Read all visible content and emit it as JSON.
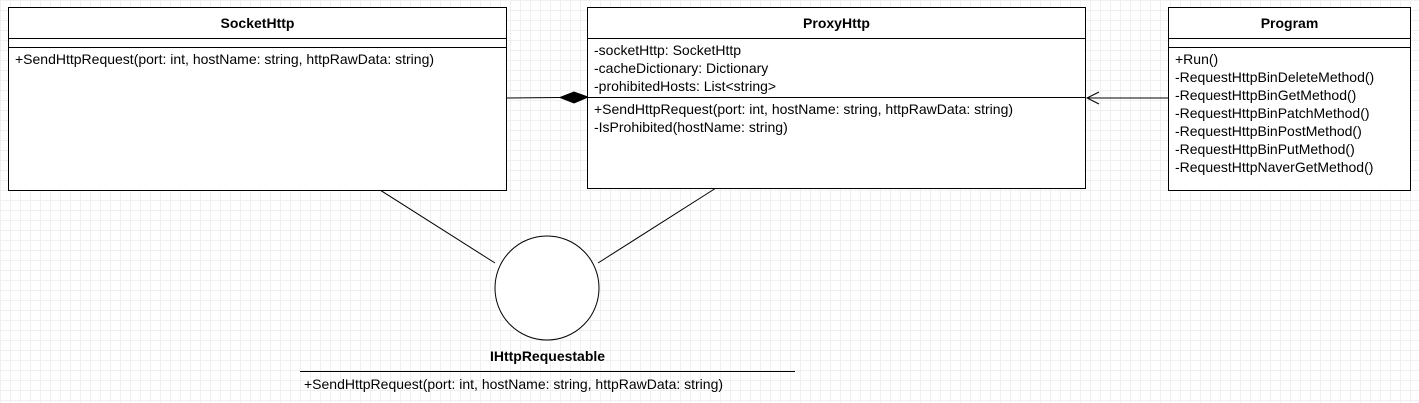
{
  "classes": {
    "socket_http": {
      "name": "SocketHttp",
      "attributes": [],
      "methods": [
        "+SendHttpRequest(port: int, hostName: string, httpRawData: string)"
      ]
    },
    "proxy_http": {
      "name": "ProxyHttp",
      "attributes": [
        "-socketHttp: SocketHttp",
        "-cacheDictionary: Dictionary",
        "-prohibitedHosts: List<string>"
      ],
      "methods": [
        "+SendHttpRequest(port: int, hostName: string, httpRawData: string)",
        "-IsProhibited(hostName: string)"
      ]
    },
    "program": {
      "name": "Program",
      "attributes": [],
      "methods": [
        "+Run()",
        "-RequestHttpBinDeleteMethod()",
        "-RequestHttpBinGetMethod()",
        "-RequestHttpBinPatchMethod()",
        "-RequestHttpBinPostMethod()",
        "-RequestHttpBinPutMethod()",
        "-RequestHttpNaverGetMethod()"
      ]
    }
  },
  "interface": {
    "name": "IHttpRequestable",
    "methods": [
      "+SendHttpRequest(port: int, hostName: string, httpRawData: string)"
    ]
  },
  "relationships": [
    {
      "type": "composition",
      "whole": "ProxyHttp",
      "part": "SocketHttp"
    },
    {
      "type": "association",
      "from": "Program",
      "to": "ProxyHttp",
      "navigable": true
    },
    {
      "type": "realization",
      "from": "SocketHttp",
      "to": "IHttpRequestable"
    },
    {
      "type": "realization",
      "from": "ProxyHttp",
      "to": "IHttpRequestable"
    }
  ],
  "colors": {
    "stroke": "#000000",
    "fill": "#ffffff",
    "grid": "#f0f0f0"
  }
}
